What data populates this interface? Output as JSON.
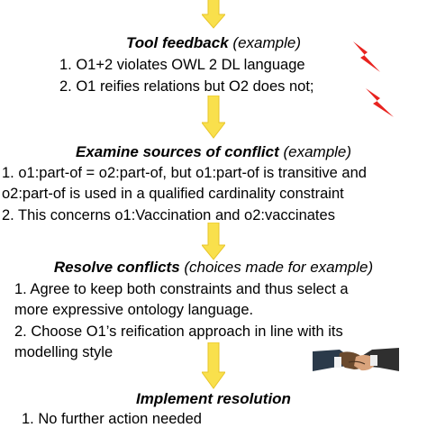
{
  "colors": {
    "arrow_fill": "#F9E04C",
    "arrow_stroke": "#E8C52A",
    "lightning": "#E8231F",
    "text": "#000000"
  },
  "steps": [
    {
      "title_bold": "Tool feedback",
      "title_note": "(example)",
      "lines": [
        "1. O1+2 violates OWL 2 DL language",
        "2. O1 reifies relations but O2 does not;"
      ]
    },
    {
      "title_bold": "Examine sources of conflict",
      "title_note": "(example)",
      "lines": [
        "1. o1:part-of = o2:part-of, but o1:part-of is transitive and",
        "o2:part-of is used in a qualified cardinality constraint",
        "2. This concerns o1:Vaccination and o2:vaccinates"
      ]
    },
    {
      "title_bold": "Resolve conflicts",
      "title_note": "(choices made for example)",
      "lines": [
        "1. Agree to keep both constraints and thus select a",
        "more expressive ontology language.",
        "2. Choose O1’s reification approach in line with its",
        "modelling style"
      ]
    },
    {
      "title_bold": "Implement resolution",
      "title_note": "",
      "lines": [
        "1. No further action needed"
      ]
    }
  ],
  "icons": [
    "down-arrow-icon",
    "lightning-bolt-icon",
    "handshake-icon"
  ]
}
